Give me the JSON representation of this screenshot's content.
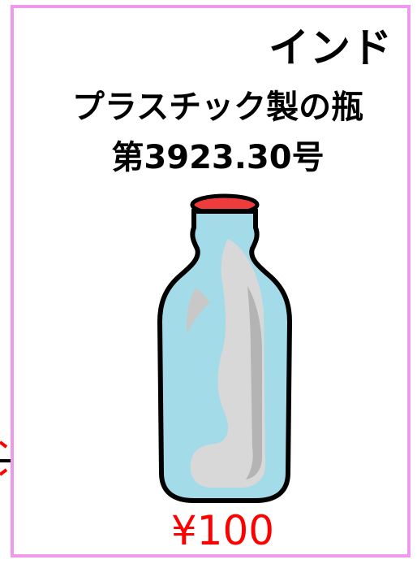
{
  "card": {
    "country": "インド",
    "product": "プラスチック製の瓶",
    "code": "第3923.30号",
    "price": "¥100"
  },
  "colors": {
    "border": "#ee99ee",
    "price": "#ff0000",
    "bottle_glass": "#a3dbe9",
    "bottle_cap": "#ee3c3c",
    "bottle_shine": "#d8d8d8"
  },
  "icons": {
    "bottle": "bottle-icon",
    "arrow": "arrow-right-icon"
  }
}
